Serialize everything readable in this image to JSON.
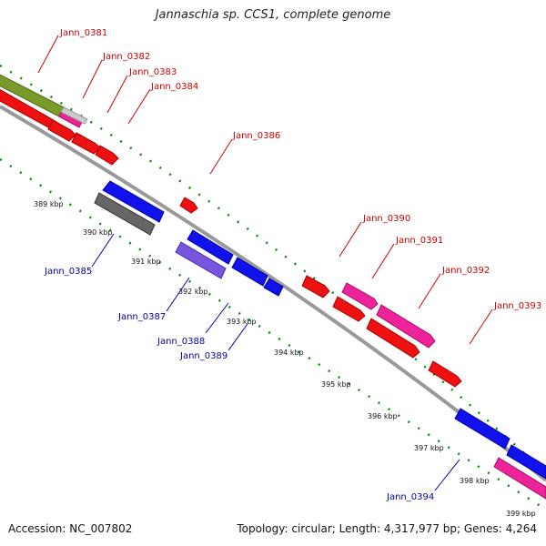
{
  "title": "Jannaschia sp. CCS1, complete genome",
  "accession": "Accession: NC_007802",
  "topology": "Topology: circular; Length: 4,317,977 bp; Genes: 4,264",
  "colors": {
    "red": "#ee1111",
    "blue": "#1111ee",
    "magenta": "#ee2299",
    "olive": "#7a9a2a",
    "gray": "#666666",
    "lavender": "#7755dd",
    "tick_green": "#118811",
    "backbone": "#888888",
    "label_red": "#cc0000",
    "label_blue": "#0000aa"
  },
  "scale_ticks": [
    "389 kbp",
    "390 kbp",
    "391 kbp",
    "392 kbp",
    "393 kbp",
    "394 kbp",
    "395 kbp",
    "396 kbp",
    "397 kbp",
    "398 kbp",
    "399 kbp"
  ],
  "genes_top": [
    "Jann_0381",
    "Jann_0382",
    "Jann_0383",
    "Jann_0384",
    "Jann_0386",
    "Jann_0390",
    "Jann_0391",
    "Jann_0392",
    "Jann_0393"
  ],
  "genes_bottom": [
    "Jann_0385",
    "Jann_0387",
    "Jann_0388",
    "Jann_0389",
    "Jann_0394"
  ]
}
